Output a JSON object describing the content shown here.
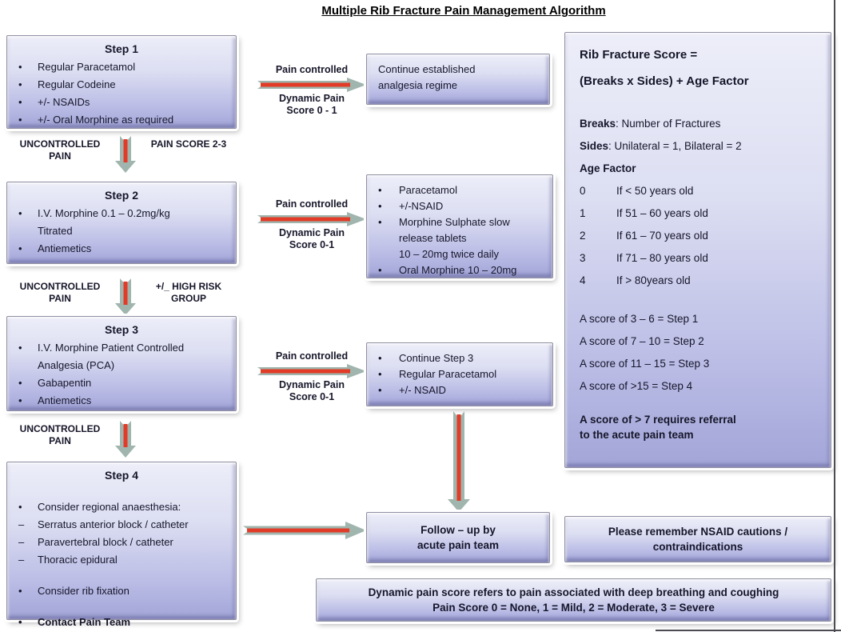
{
  "title": "Multiple Rib Fracture Pain Management Algorithm",
  "colors": {
    "box_top": "#edeef9",
    "box_bottom": "#a2a5d7",
    "arrow_red": "#e23b27",
    "arrow_sage": "#9fb5ad"
  },
  "steps": [
    {
      "title": "Step 1",
      "lines": [
        {
          "m": "•",
          "t": "Regular Paracetamol"
        },
        {
          "m": "•",
          "t": "Regular Codeine"
        },
        {
          "m": "•",
          "t": "+/- NSAIDs"
        },
        {
          "m": "•",
          "t": "+/- Oral Morphine as required"
        }
      ]
    },
    {
      "title": "Step 2",
      "lines": [
        {
          "m": "•",
          "t": "I.V. Morphine 0.1 – 0.2mg/kg"
        },
        {
          "m": "",
          "t": "Titrated"
        },
        {
          "m": "•",
          "t": "Antiemetics"
        }
      ]
    },
    {
      "title": "Step 3",
      "lines": [
        {
          "m": "•",
          "t": "I.V. Morphine Patient Controlled"
        },
        {
          "m": "",
          "t": "Analgesia (PCA)"
        },
        {
          "m": "•",
          "t": "Gabapentin"
        },
        {
          "m": "•",
          "t": "Antiemetics"
        }
      ]
    },
    {
      "title": "Step 4",
      "lines": [
        {
          "m": "",
          "t": ""
        },
        {
          "m": "•",
          "t": "Consider regional anaesthesia:"
        },
        {
          "m": "–",
          "t": "Serratus anterior block / catheter"
        },
        {
          "m": "–",
          "t": "Paravertebral block / catheter"
        },
        {
          "m": "–",
          "t": "Thoracic epidural"
        },
        {
          "m": "",
          "t": ""
        },
        {
          "m": "•",
          "t": "Consider rib fixation"
        },
        {
          "m": "",
          "t": ""
        },
        {
          "m": "•",
          "t": "Contact Pain Team",
          "b": true
        }
      ]
    }
  ],
  "connectors": [
    {
      "left1": "UNCONTROLLED",
      "left2": "PAIN",
      "right1": "PAIN SCORE 2-3",
      "right2": ""
    },
    {
      "left1": "UNCONTROLLED",
      "left2": "PAIN",
      "right1": "+/_ HIGH RISK",
      "right2": "GROUP"
    },
    {
      "left1": "UNCONTROLLED",
      "left2": "PAIN",
      "right1": "",
      "right2": ""
    }
  ],
  "harrows": [
    {
      "top": "Pain controlled",
      "mid1": "Dynamic Pain",
      "mid2": "Score 0 - 1"
    },
    {
      "top": "Pain controlled",
      "mid1": "Dynamic Pain",
      "mid2": "Score 0-1"
    },
    {
      "top": "Pain controlled",
      "mid1": "Dynamic Pain",
      "mid2": "Score 0-1"
    }
  ],
  "results": [
    {
      "lines": [
        {
          "m": "",
          "t": "Continue established"
        },
        {
          "m": "",
          "t": "analgesia regime"
        }
      ]
    },
    {
      "lines": [
        {
          "m": "•",
          "t": "Paracetamol"
        },
        {
          "m": "•",
          "t": "+/-NSAID"
        },
        {
          "m": "•",
          "t": "Morphine Sulphate slow"
        },
        {
          "m": "",
          "t": "release tablets"
        },
        {
          "m": "",
          "t": "10 – 20mg twice daily"
        },
        {
          "m": "•",
          "t": "Oral Morphine 10 – 20mg"
        }
      ]
    },
    {
      "lines": [
        {
          "m": "•",
          "t": "Continue Step 3"
        },
        {
          "m": "•",
          "t": "Regular Paracetamol"
        },
        {
          "m": "•",
          "t": "+/- NSAID"
        }
      ]
    }
  ],
  "score_panel": {
    "title1": "Rib Fracture Score =",
    "title2": "(Breaks x Sides) + Age Factor",
    "defs": [
      {
        "s": "Breaks",
        "t": ": Number of Fractures"
      },
      {
        "s": "Sides",
        "t": ": Unilateral = 1, Bilateral = 2"
      },
      {
        "s": "Age Factor",
        "t": ""
      }
    ],
    "age_rows": [
      {
        "n": "0",
        "t": "If < 50 years old"
      },
      {
        "n": "1",
        "t": "If 51 – 60 years old"
      },
      {
        "n": "2",
        "t": "If 61 – 70 years old"
      },
      {
        "n": "3",
        "t": "If 71 – 80 years old"
      },
      {
        "n": "4",
        "t": "If > 80years old"
      }
    ],
    "score_map": [
      {
        "t": "A score of 3 – 6 = Step 1"
      },
      {
        "t": "A score of 7 – 10 = Step 2"
      },
      {
        "t": "A score of 11 – 15 = Step 3"
      },
      {
        "t": "A score of >15 = Step 4"
      }
    ],
    "referral1": "A score of > 7 requires referral",
    "referral2": "to the acute pain team"
  },
  "followup": {
    "line1": "Follow – up by",
    "line2": "acute pain team"
  },
  "nsaid": {
    "line1": "Please remember NSAID cautions /",
    "line2": "contraindications"
  },
  "note": {
    "line1": "Dynamic pain score refers to pain associated with deep breathing and coughing",
    "line2": "Pain Score 0 = None, 1 = Mild, 2 = Moderate, 3 = Severe"
  }
}
